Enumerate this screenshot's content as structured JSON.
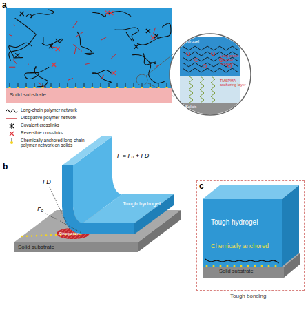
{
  "diagram": {
    "nodes": [
      {
        "text": [
          "Solid substrate"
        ]
      },
      {
        "text": [
          "Hydrogel",
          "Long-chain polymer network",
          "TMSPMA anchoring layer",
          "Solids"
        ]
      },
      {
        "text": [
          "Tough bonding"
        ]
      },
      {
        "text": [
          "Tough hydrogel",
          "Chemically anchored"
        ],
        "in": 2
      },
      {
        "text": [
          "Solid substrate"
        ],
        "in": 2
      }
    ],
    "labels": [
      "a",
      "b",
      "c",
      "ΓD",
      "Γ₀",
      "Γ = Γ₀ + ΓD",
      "Tough hydrogel",
      "Dissipation",
      "Solid substrate"
    ],
    "legend": [
      {
        "text": "Long-chain polymer network"
      },
      {
        "text": "Dissipative polymer network"
      },
      {
        "text": "Covalent crosslinks"
      },
      {
        "text": "Reversible crosslinks"
      },
      {
        "text": "Chemically anchored long-chain polymer network on solids"
      }
    ]
  }
}
